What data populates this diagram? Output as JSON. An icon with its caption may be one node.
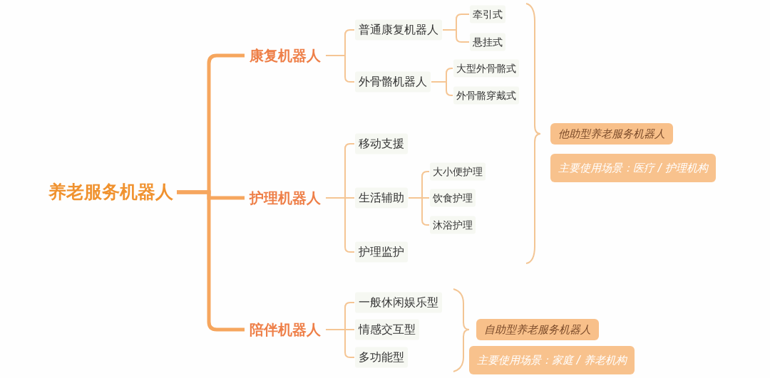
{
  "diagram": {
    "nodes": [
      {
        "text": [
          "养老服务机器人"
        ]
      },
      {
        "text": [
          "康复机器人"
        ]
      },
      {
        "text": [
          "普通康复机器人"
        ]
      },
      {
        "text": [
          "牵引式"
        ]
      },
      {
        "text": [
          "悬挂式"
        ]
      },
      {
        "text": [
          "外骨骼机器人"
        ]
      },
      {
        "text": [
          "大型外骨骼式"
        ]
      },
      {
        "text": [
          "外骨骼穿戴式"
        ]
      },
      {
        "text": [
          "护理机器人"
        ]
      },
      {
        "text": [
          "移动支援"
        ]
      },
      {
        "text": [
          "生活辅助"
        ]
      },
      {
        "text": [
          "大小便护理"
        ]
      },
      {
        "text": [
          "饮食护理"
        ]
      },
      {
        "text": [
          "沐浴护理"
        ]
      },
      {
        "text": [
          "护理监护"
        ]
      },
      {
        "text": [
          "陪伴机器人"
        ]
      },
      {
        "text": [
          "一般休闲娱乐型"
        ]
      },
      {
        "text": [
          "情感交互型"
        ]
      },
      {
        "text": [
          "多功能型"
        ]
      },
      {
        "text": [
          "他助型养老服务机器人"
        ]
      },
      {
        "text": [
          "主要使用场景：医疗 / 护理机构"
        ]
      },
      {
        "text": [
          "自助型养老服务机器人"
        ]
      },
      {
        "text": [
          "主要使用场景：家庭 / 养老机构"
        ]
      }
    ],
    "edges": [
      {
        "from": 0,
        "to": 1,
        "arrow": "none",
        "style": "thick",
        "color": "#f6a65e"
      },
      {
        "from": 0,
        "to": 8,
        "arrow": "none",
        "style": "thick",
        "color": "#f6a65e"
      },
      {
        "from": 0,
        "to": 15,
        "arrow": "none",
        "style": "thick",
        "color": "#f6a65e"
      },
      {
        "from": 1,
        "to": 2,
        "arrow": "none"
      },
      {
        "from": 1,
        "to": 5,
        "arrow": "none"
      },
      {
        "from": 2,
        "to": 3,
        "arrow": "none"
      },
      {
        "from": 2,
        "to": 4,
        "arrow": "none"
      },
      {
        "from": 5,
        "to": 6,
        "arrow": "none"
      },
      {
        "from": 5,
        "to": 7,
        "arrow": "none"
      },
      {
        "from": 8,
        "to": 9,
        "arrow": "none"
      },
      {
        "from": 8,
        "to": 10,
        "arrow": "none"
      },
      {
        "from": 8,
        "to": 14,
        "arrow": "none"
      },
      {
        "from": 10,
        "to": 11,
        "arrow": "none"
      },
      {
        "from": 10,
        "to": 12,
        "arrow": "none"
      },
      {
        "from": 10,
        "to": 13,
        "arrow": "none"
      },
      {
        "from": 15,
        "to": 16,
        "arrow": "none"
      },
      {
        "from": 15,
        "to": 17,
        "arrow": "none"
      },
      {
        "from": 15,
        "to": 18,
        "arrow": "none"
      }
    ]
  }
}
